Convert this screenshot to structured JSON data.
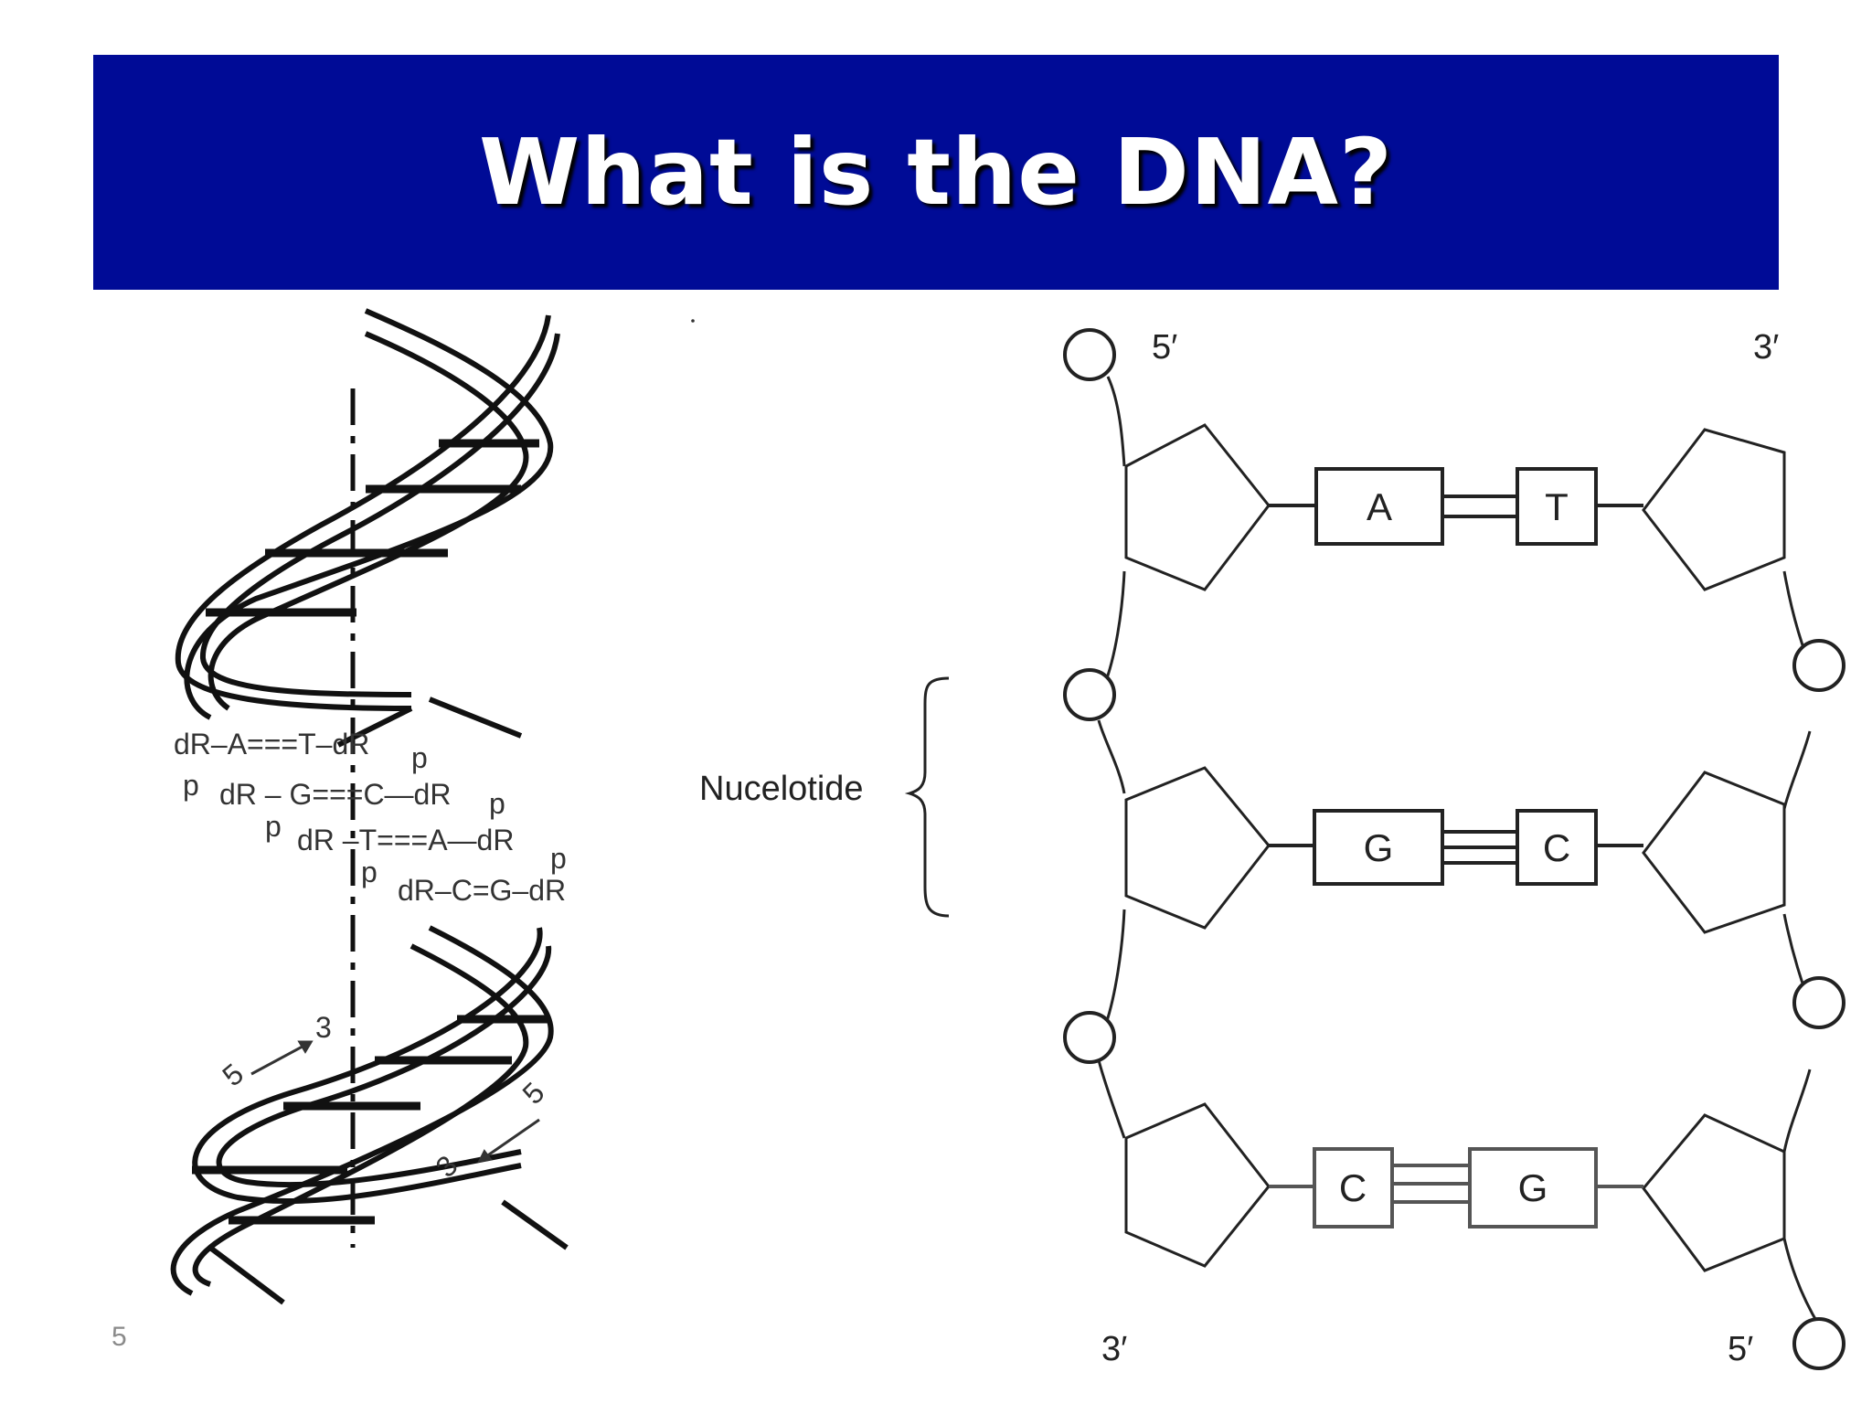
{
  "slide": {
    "title": "What is the DNA?",
    "number": "5"
  },
  "helix": {
    "pairs": [
      "dR–A===T–dR",
      "dR – G===C—dR",
      "dR –T===A—dR",
      "dR–C=G–dR"
    ],
    "phosphate": "p",
    "strand_top": [
      "5",
      "3"
    ],
    "strand_bottom": [
      "5",
      "3"
    ]
  },
  "structure": {
    "label_top_left": "5′",
    "label_top_right": "3′",
    "label_bottom_left": "3′",
    "label_bottom_right": "5′",
    "nucleotide_label": "Nucelotide",
    "pairs": [
      {
        "left": "A",
        "right": "T",
        "bonds": 2
      },
      {
        "left": "G",
        "right": "C",
        "bonds": 3
      },
      {
        "left": "C",
        "right": "G",
        "bonds": 3
      }
    ]
  }
}
